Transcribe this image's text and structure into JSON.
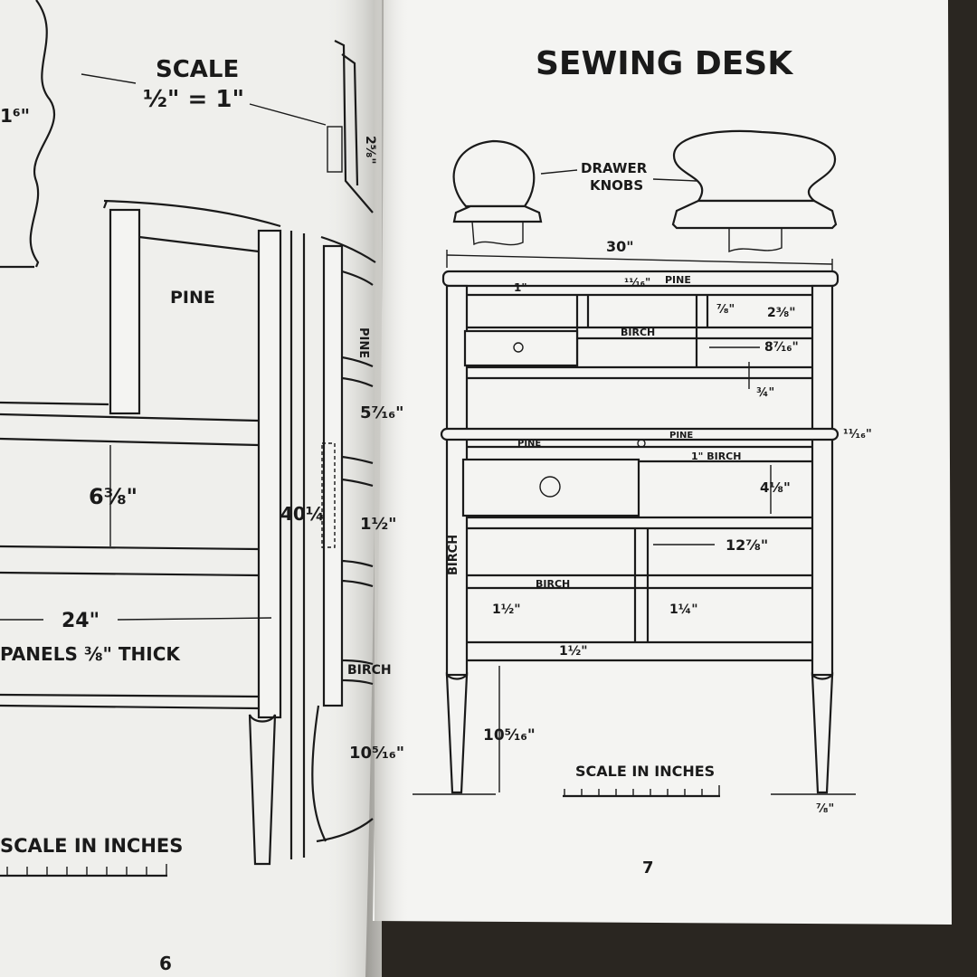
{
  "left_page": {
    "page_number": "6",
    "scale_top_word": "SCALE",
    "scale_ratio": "½\" = 1\"",
    "label_pine": "PINE",
    "label_pine_side": "PINE",
    "label_birch_side": "BIRCH",
    "dim_height": "6⅜\"",
    "dim_tall": "40¼\"",
    "dim_width": "24\"",
    "dim_side_1": "5⁷⁄₁₆\"",
    "dim_side_2": "1½\"",
    "dim_side_3": "10⁵⁄₁₆\"",
    "dim_profile": "2⅝\"",
    "dim_top_left": "1⁶\"",
    "panels_note": "PANELS ⅜\" THICK",
    "scale_label": "SCALE IN INCHES"
  },
  "right_page": {
    "title": "SEWING DESK",
    "page_number": "7",
    "drawer_knobs_label": "DRAWER\nKNOBS",
    "label_pine_top": "PINE",
    "label_birch_1": "BIRCH",
    "label_pine_mid": "PINE",
    "label_pine_shelf": "PINE",
    "label_birch_2": "1\" BIRCH",
    "label_birch_side": "BIRCH",
    "label_birch_3": "BIRCH",
    "dim_width": "30\"",
    "dim_top_thick": "¹¹⁄₁₆\"",
    "dim_1in": "1\"",
    "dim_7_8": "⁷⁄₈\"",
    "dim_2_3_8": "2⅜\"",
    "dim_8_7_16": "8⁷⁄₁₆\"",
    "dim_3_4": "¾\"",
    "dim_11_16": "¹¹⁄₁₆\"",
    "dim_4_1_8": "4⅛\"",
    "dim_12_7_8": "12⅞\"",
    "dim_1_half_a": "1½\"",
    "dim_1_quarter": "1¼\"",
    "dim_1_half_b": "1½\"",
    "dim_leg": "10⁵⁄₁₆\"",
    "dim_foot": "⁷⁄₈\"",
    "scale_label": "SCALE IN INCHES"
  },
  "colors": {
    "background": "#2a2621",
    "paper_left": "#efefec",
    "paper_right": "#f4f4f2",
    "ink": "#1a1a1a"
  }
}
